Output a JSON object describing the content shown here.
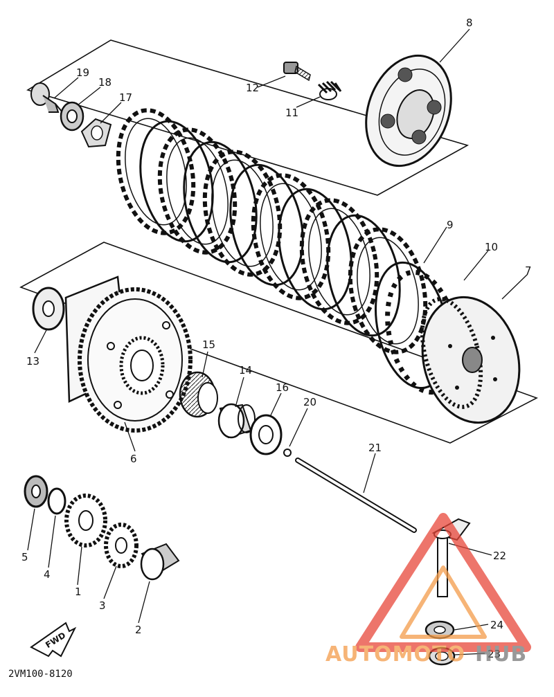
{
  "callouts": {
    "c1": "1",
    "c2": "2",
    "c3": "3",
    "c4": "4",
    "c5": "5",
    "c6": "6",
    "c7": "7",
    "c8": "8",
    "c9": "9",
    "c10": "10",
    "c11": "11",
    "c12": "12",
    "c13": "13",
    "c14": "14",
    "c15": "15",
    "c16": "16",
    "c17": "17",
    "c18": "18",
    "c19": "19",
    "c20": "20",
    "c21": "21",
    "c22": "22",
    "c23": "23",
    "c24": "24"
  },
  "fwd_label": "FWD",
  "diagram_code": "2VM100-8120",
  "watermark": {
    "text_part1": "AUTOMOTO",
    "text_part2": "HUB",
    "color_primary": "#f39c4a",
    "color_secondary": "#e8473a"
  }
}
